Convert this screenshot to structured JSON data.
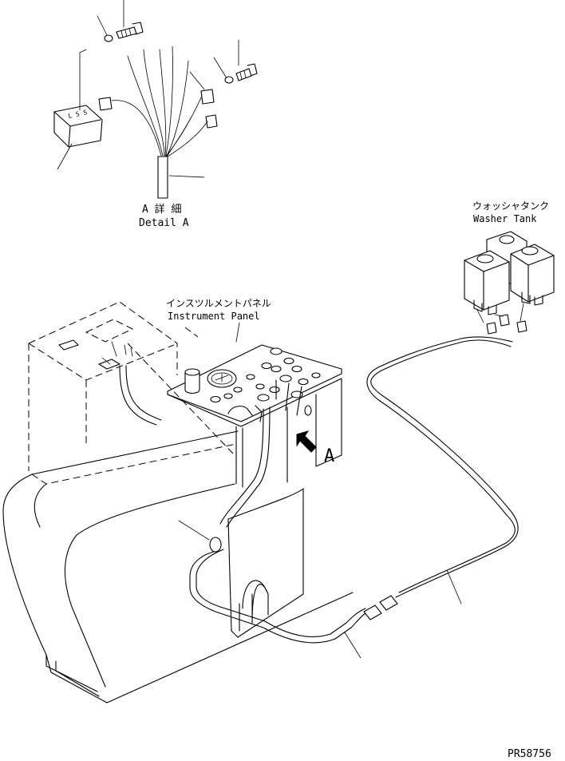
{
  "labels": {
    "detail_jp": "A 詳 細",
    "detail_en": "Detail A",
    "panel_jp": "インスツルメントパネル",
    "panel_en": "Instrument Panel",
    "tank_jp": "ウォッシャタンク",
    "tank_en": "Washer Tank",
    "view_marker": "A",
    "drawing_number": "PR58756"
  },
  "icons": {
    "view_arrow": "bold-arrow-up-left-icon"
  }
}
